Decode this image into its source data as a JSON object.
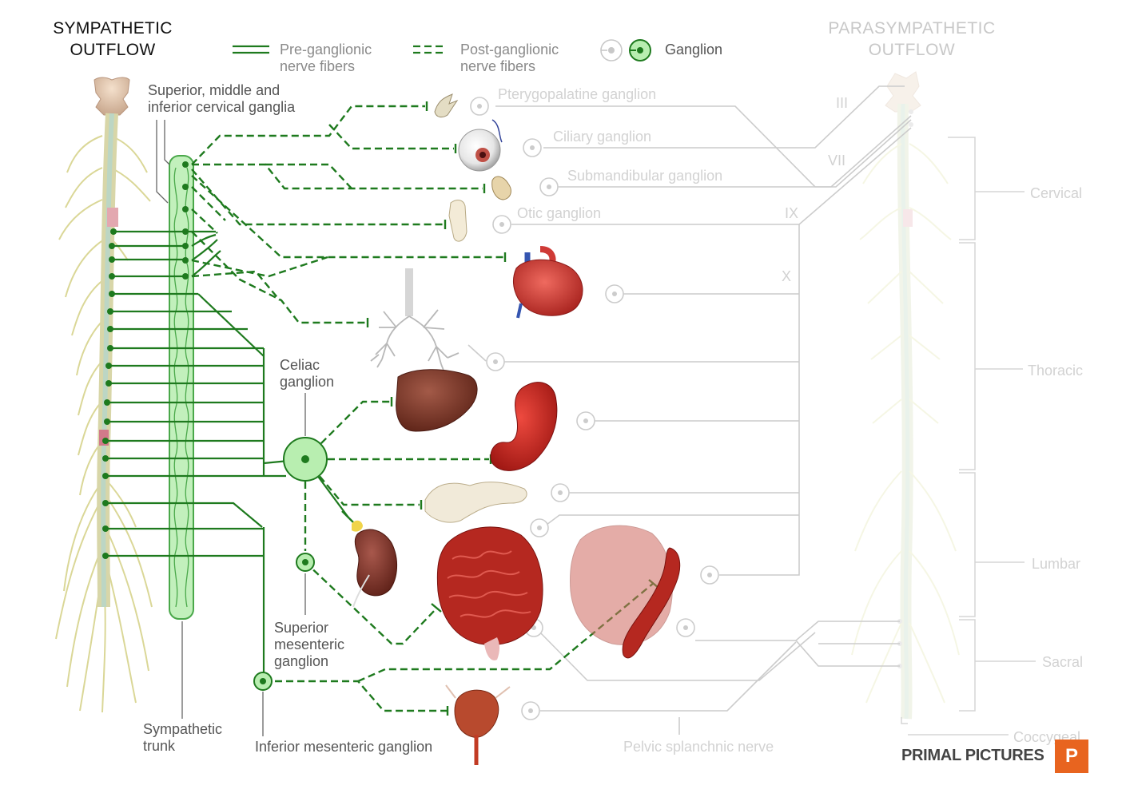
{
  "titles": {
    "sympathetic": [
      "SYMPATHETIC",
      "OUTFLOW"
    ],
    "parasympathetic": [
      "PARASYMPATHETIC",
      "OUTFLOW"
    ]
  },
  "legend": {
    "pre": [
      "Pre-ganglionic",
      "nerve fibers"
    ],
    "post": [
      "Post-ganglionic",
      "nerve fibers"
    ],
    "ganglion": "Ganglion"
  },
  "labels": {
    "cervical_ganglia": [
      "Superior, middle and",
      "inferior cervical ganglia"
    ],
    "celiac": [
      "Celiac",
      "ganglion"
    ],
    "superior_mesenteric": [
      "Superior",
      "mesenteric",
      "ganglion"
    ],
    "sympathetic_trunk": [
      "Sympathetic",
      "trunk"
    ],
    "inferior_mesenteric": "Inferior mesenteric ganglion",
    "pterygopalatine": "Pterygopalatine ganglion",
    "ciliary": "Ciliary ganglion",
    "submandibular": "Submandibular ganglion",
    "otic": "Otic ganglion",
    "pelvic_splanchnic": "Pelvic splanchnic nerve"
  },
  "cranial_nerves": [
    "III",
    "VII",
    "IX",
    "X"
  ],
  "regions": [
    "Cervical",
    "Thoracic",
    "Lumbar",
    "Sacral",
    "Coccygeal"
  ],
  "brand": {
    "name": "PRIMAL PICTURES",
    "logo": "P"
  },
  "colors": {
    "nerve_green": "#1e7a1e",
    "ganglion_fill": "#b8eeb0",
    "ghost_gray": "#cccccc",
    "organ_red": "#c62a24",
    "brand_orange": "#e8641f"
  }
}
